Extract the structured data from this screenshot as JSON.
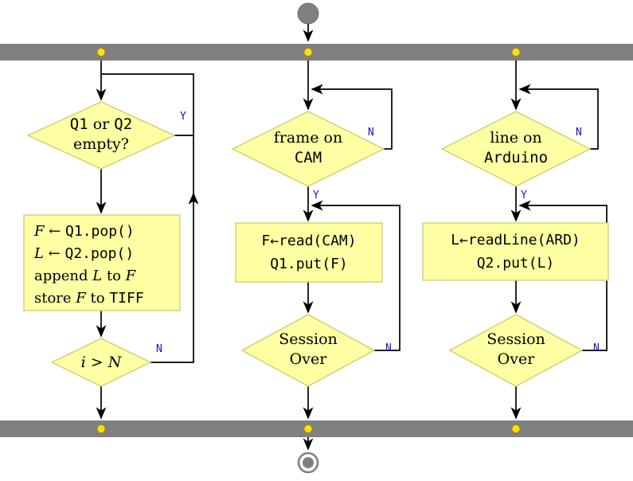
{
  "colors": {
    "bar_gray": "#808080",
    "node_fill": "#ffffa3",
    "node_stroke": "#cccc70",
    "dot_yellow": "#ffdf0f",
    "dot_stroke": "#a68a00",
    "edge_black": "#000000",
    "branch_label_blue": "#1414c8"
  },
  "edge_labels": {
    "yes": "Y",
    "no": "N"
  },
  "thread1": {
    "decision_empty": {
      "code1": "Q1",
      "mid": " or ",
      "code2": "Q2",
      "line2": "empty?"
    },
    "process": {
      "l1_var": "F",
      "l1_arrow": " ← ",
      "l1_code": "Q1.pop()",
      "l2_var": "L",
      "l2_arrow": " ← ",
      "l2_code": "Q2.pop()",
      "l3_a": "append ",
      "l3_var": "L",
      "l3_b": " to ",
      "l3_var2": "F",
      "l4_a": "store ",
      "l4_var": "F",
      "l4_b": " to ",
      "l4_code": "TIFF"
    },
    "decision_count": {
      "var1": "i",
      "op": " > ",
      "var2": "N"
    }
  },
  "thread2": {
    "decision_frame": {
      "line1": "frame on",
      "line2": "CAM"
    },
    "process": {
      "line1": "F←read(CAM)",
      "line2": "Q1.put(F)"
    },
    "decision_session": {
      "line1": "Session",
      "line2": "Over"
    }
  },
  "thread3": {
    "decision_line": {
      "line1": "line on",
      "line2": "Arduino"
    },
    "process": {
      "line1": "L←readLine(ARD)",
      "line2": "Q2.put(L)"
    },
    "decision_session": {
      "line1": "Session",
      "line2": "Over"
    }
  }
}
